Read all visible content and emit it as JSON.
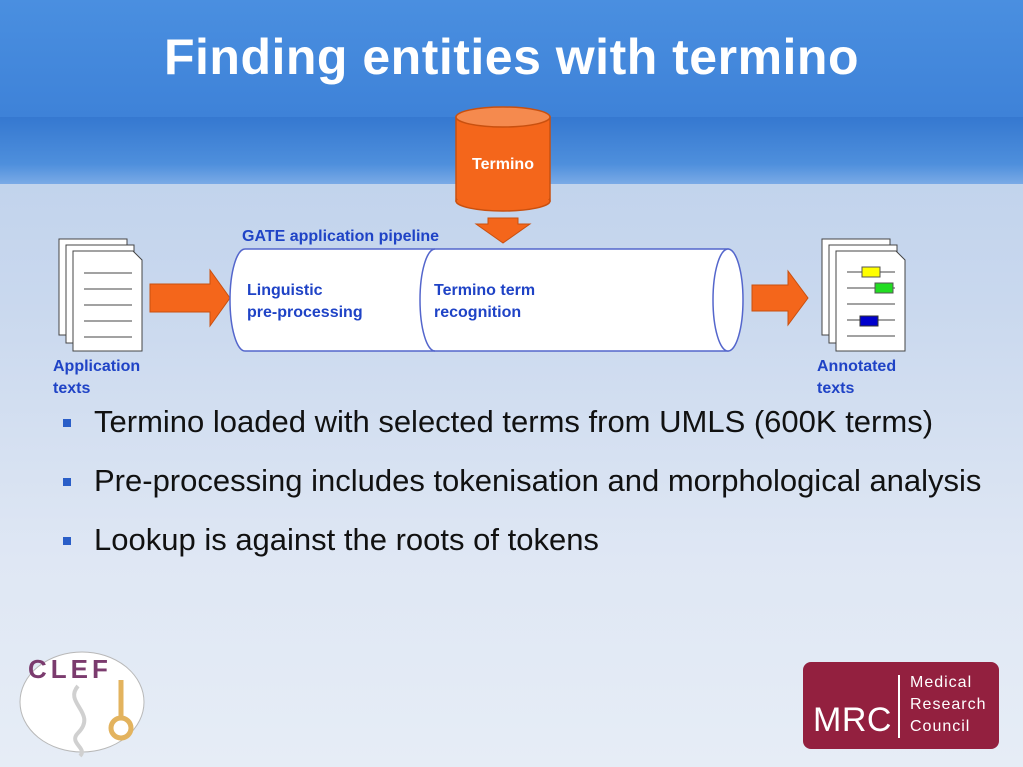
{
  "slide": {
    "title": "Finding entities with termino"
  },
  "diagram": {
    "database_label": "Termino",
    "pipeline_label": "GATE application pipeline",
    "stage1_line1": "Linguistic",
    "stage1_line2": "pre-processing",
    "stage2_line1": "Termino term",
    "stage2_line2": "recognition",
    "input_line1": "Application",
    "input_line2": "texts",
    "output_line1": "Annotated",
    "output_line2": "texts",
    "colors": {
      "label_text": "#1f43c6",
      "arrow_fill": "#f4661b",
      "database_fill": "#f4661b",
      "highlight_yellow": "#ffff00",
      "highlight_green": "#22dd22",
      "highlight_blue": "#0000cc"
    }
  },
  "bullets": [
    "Termino loaded with selected terms from UMLS (600K terms)",
    "Pre-processing includes tokenisation and morphological analysis",
    "Lookup is against the roots of tokens"
  ],
  "logos": {
    "clef_text": "CLEF",
    "mrc_abbrev": "MRC",
    "mrc_line1": "Medical",
    "mrc_line2": "Research",
    "mrc_line3": "Council",
    "mrc_color": "#93203f"
  }
}
